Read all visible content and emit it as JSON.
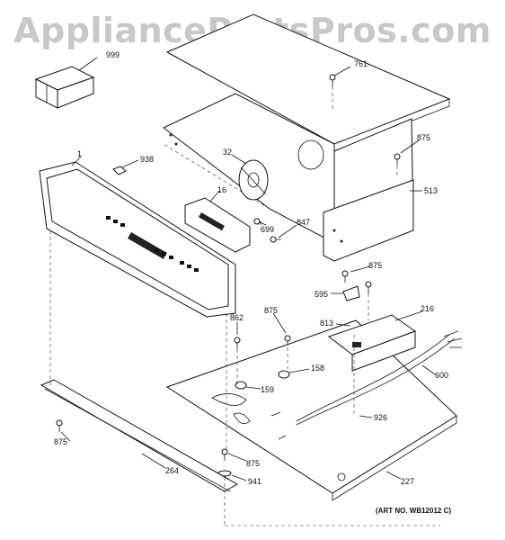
{
  "watermark": "AppliancePartsPros.com",
  "art_number": "(ART NO. WB12012 C)",
  "callouts": {
    "c999": "999",
    "c761": "761",
    "c1": "1",
    "c938": "938",
    "c32": "32",
    "c875a": "875",
    "c16": "16",
    "c513": "513",
    "c699": "699",
    "c847": "847",
    "c875b": "875",
    "c595": "595",
    "c862": "862",
    "c875c": "875",
    "c813": "813",
    "c216": "216",
    "c158": "158",
    "c159": "159",
    "c600": "600",
    "c926": "926",
    "c875d": "875",
    "c875e": "875",
    "c264": "264",
    "c941": "941",
    "c227": "227"
  }
}
